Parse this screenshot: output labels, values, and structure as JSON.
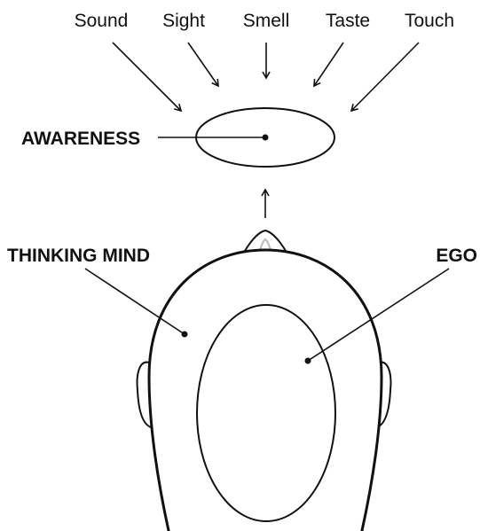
{
  "senses": [
    "Sound",
    "Sight",
    "Smell",
    "Taste",
    "Touch"
  ],
  "labels": {
    "awareness": "AWARENESS",
    "thinking_mind": "THINKING MIND",
    "ego": "EGO"
  }
}
